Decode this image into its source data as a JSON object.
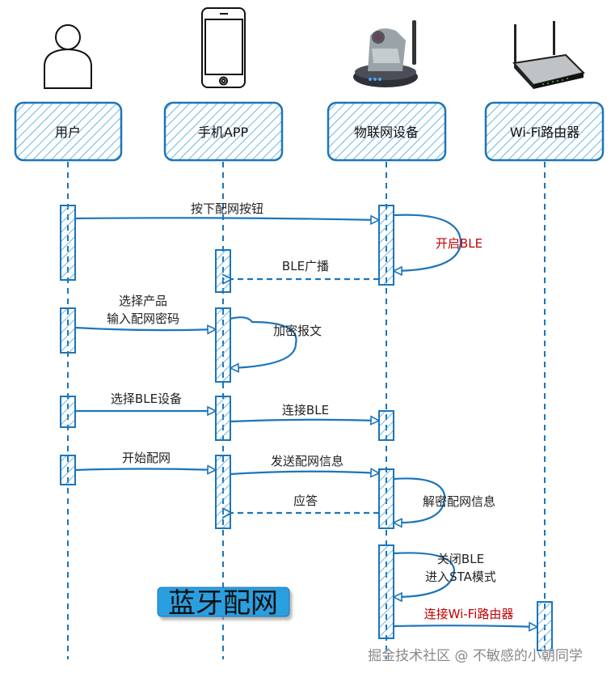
{
  "title": "蓝牙配网",
  "colors": {
    "line": "#1b75bb",
    "hatch": "#4aa3df",
    "title_bg": "#2a9fe0",
    "text": "#222222",
    "highlight_text": "#c00000",
    "watermark": "#888888"
  },
  "actors": [
    {
      "id": "user",
      "label": "用户",
      "icon": "person-icon"
    },
    {
      "id": "app",
      "label": "手机APP",
      "icon": "smartphone-icon"
    },
    {
      "id": "device",
      "label": "物联网设备",
      "icon": "ip-camera-icon"
    },
    {
      "id": "router",
      "label": "Wi-Fi路由器",
      "icon": "wifi-router-icon"
    }
  ],
  "messages": [
    {
      "from": "user",
      "to": "device",
      "label": "按下配网按钮",
      "style": "solid"
    },
    {
      "from": "device",
      "to": "device",
      "label": "开启BLE",
      "style": "self",
      "highlight": true
    },
    {
      "from": "device",
      "to": "app",
      "label": "BLE广播",
      "style": "dashed"
    },
    {
      "from": "user",
      "to": "app",
      "label": "选择产品\n输入配网密码",
      "style": "solid"
    },
    {
      "from": "app",
      "to": "app",
      "label": "加密报文",
      "style": "self"
    },
    {
      "from": "user",
      "to": "app",
      "label": "选择BLE设备",
      "style": "solid"
    },
    {
      "from": "app",
      "to": "device",
      "label": "连接BLE",
      "style": "solid"
    },
    {
      "from": "user",
      "to": "app",
      "label": "开始配网",
      "style": "solid"
    },
    {
      "from": "app",
      "to": "device",
      "label": "发送配网信息",
      "style": "solid"
    },
    {
      "from": "device",
      "to": "device",
      "label": "解密配网信息",
      "style": "self"
    },
    {
      "from": "device",
      "to": "app",
      "label": "应答",
      "style": "dashed"
    },
    {
      "from": "device",
      "to": "device",
      "label": "关闭BLE\n进入STA模式",
      "style": "self"
    },
    {
      "from": "device",
      "to": "router",
      "label": "连接Wi-Fi路由器",
      "style": "solid",
      "highlight": true
    }
  ],
  "labels": {
    "m1": "按下配网按钮",
    "m2": "开启BLE",
    "m3": "BLE广播",
    "m4a": "选择产品",
    "m4b": "输入配网密码",
    "m5": "加密报文",
    "m6": "选择BLE设备",
    "m7": "连接BLE",
    "m8": "开始配网",
    "m9": "发送配网信息",
    "m10": "解密配网信息",
    "m11": "应答",
    "m12a": "关闭BLE",
    "m12b": "进入STA模式",
    "m13": "连接Wi-Fi路由器"
  },
  "watermark": "掘金技术社区 @ 不敏感的小朝同学"
}
